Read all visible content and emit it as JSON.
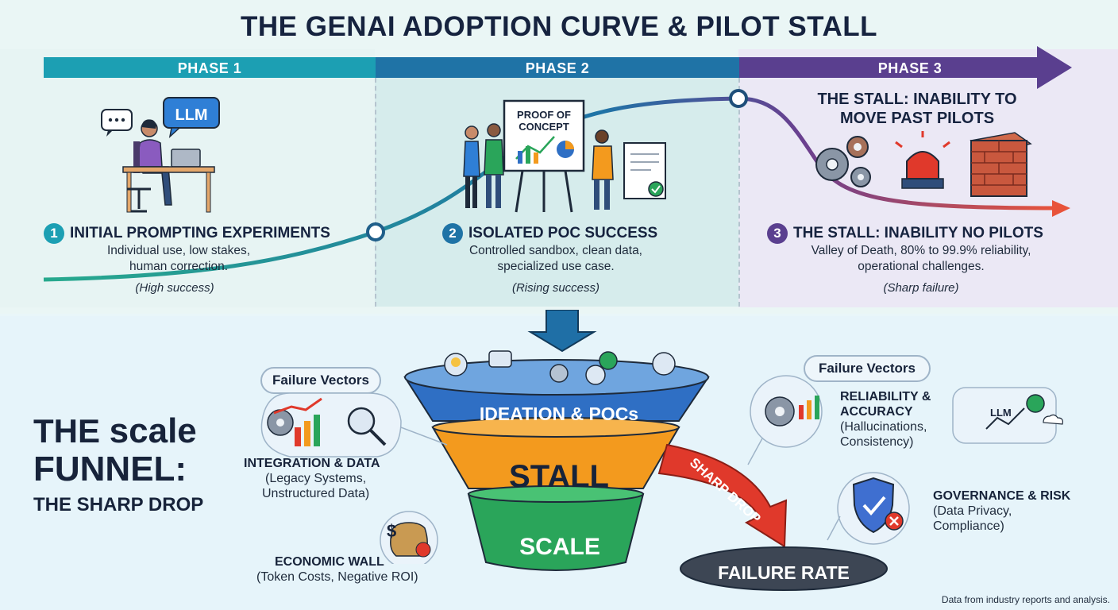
{
  "header": {
    "title": "THE GENAI ADOPTION CURVE & PILOT STALL"
  },
  "phases": [
    {
      "label": "PHASE 1"
    },
    {
      "label": "PHASE 2"
    },
    {
      "label": "PHASE 3"
    }
  ],
  "steps": [
    {
      "num": "1",
      "title": "INITIAL PROMPTING EXPERIMENTS",
      "desc_line1": "Individual use, low stakes,",
      "desc_line2": "human correction.",
      "note": "(High success)"
    },
    {
      "num": "2",
      "title": "ISOLATED POC SUCCESS",
      "desc_line1": "Controlled sandbox, clean data,",
      "desc_line2": "specialized use case.",
      "note": "(Rising success)"
    },
    {
      "num": "3",
      "title": "THE STALL: INABILITY NO PILOTS",
      "desc_line1": "Valley of Death, 80% to 99.9% reliability,",
      "desc_line2": "operational challenges.",
      "note": "(Sharp failure)"
    }
  ],
  "illustrations": {
    "llm_bubble": "LLM",
    "poc_board_line1": "PROOF OF",
    "poc_board_line2": "CONCEPT",
    "stall_heading_line1": "THE STALL: INABILITY TO",
    "stall_heading_line2": "MOVE PAST PILOTS",
    "llm_chart_label": "LLM"
  },
  "funnel_section": {
    "title_the": "THE",
    "title_scale": "scale",
    "title_funnel": "FUNNEL:",
    "subtitle": "THE SHARP DROP",
    "layers": {
      "top": "IDEATION & POCs",
      "middle": "STALL",
      "bottom": "SCALE"
    },
    "arrow_label": "SHARP DROP",
    "failure_rate": "FAILURE RATE"
  },
  "failure_vectors_left": {
    "pill": "Failure Vectors",
    "items": [
      {
        "title": "INTEGRATION & DATA",
        "sub1": "(Legacy Systems,",
        "sub2": "Unstructured Data)"
      },
      {
        "title": "ECONOMIC WALL",
        "sub1": "(Token Costs, Negative ROI)"
      }
    ]
  },
  "failure_vectors_right": {
    "pill": "Failure Vectors",
    "items": [
      {
        "title1": "RELIABILITY &",
        "title2": "ACCURACY",
        "sub1": "(Hallucinations,",
        "sub2": "Consistency)"
      },
      {
        "title1": "GOVERNANCE & RISK",
        "sub1": "(Data Privacy,",
        "sub2": "Compliance)"
      }
    ]
  },
  "footer": {
    "source": "Data from industry reports and analysis."
  },
  "colors": {
    "phase1": "#1c9fb3",
    "phase2": "#1f73a6",
    "phase3": "#5a3f8f",
    "funnel_blue": "#2f6fc4",
    "funnel_orange": "#f39a1e",
    "funnel_green": "#2aa55a",
    "drop_red": "#e0392b"
  }
}
